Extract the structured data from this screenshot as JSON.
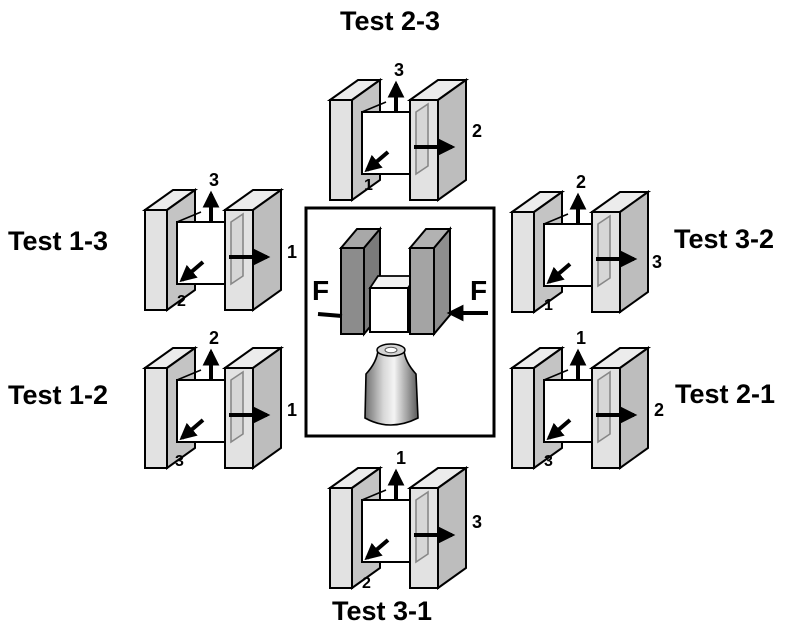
{
  "tests": [
    {
      "id": "top",
      "title": "Test 2-3",
      "up": "3",
      "right": "2",
      "diag": "1"
    },
    {
      "id": "ul",
      "title": "Test 1-3",
      "up": "3",
      "right": "1",
      "diag": "2"
    },
    {
      "id": "ur",
      "title": "Test 3-2",
      "up": "2",
      "right": "3",
      "diag": "1"
    },
    {
      "id": "ll",
      "title": "Test 1-2",
      "up": "2",
      "right": "1",
      "diag": "3"
    },
    {
      "id": "lr",
      "title": "Test 2-1",
      "up": "1",
      "right": "2",
      "diag": "3"
    },
    {
      "id": "bottom",
      "title": "Test 3-1",
      "up": "1",
      "right": "3",
      "diag": "2"
    }
  ],
  "center": {
    "force_left": "F",
    "force_right": "F"
  },
  "colors": {
    "plate_light": "#e2e2e2",
    "plate_side": "#bdbdbd",
    "plate_dark_front": "#8c8c8c",
    "plate_dark_side": "#a8a8a8",
    "frame": "#000000"
  }
}
